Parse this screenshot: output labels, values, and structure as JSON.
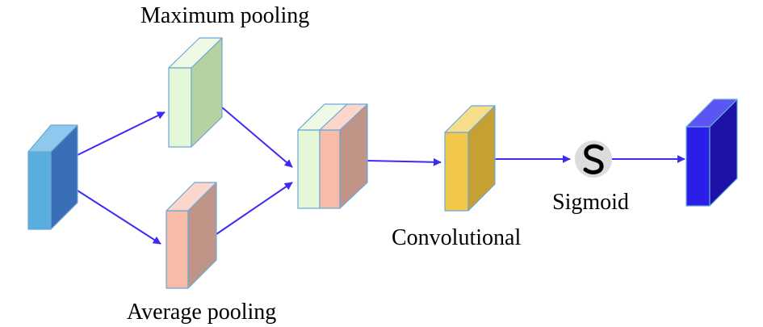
{
  "labels": {
    "max_pooling": "Maximum pooling",
    "avg_pooling": "Average pooling",
    "convolutional": "Convolutional",
    "sigmoid": "Sigmoid"
  },
  "colors": {
    "input_front": "#5aaede",
    "input_side": "#3a6fb8",
    "input_top": "#8ec8ec",
    "max_front": "#e4f7d6",
    "max_side": "#b6d2a2",
    "max_top": "#eefae6",
    "avg_front": "#f8bba8",
    "avg_side": "#c09588",
    "avg_top": "#fbd6ca",
    "conv_front": "#f1c84a",
    "conv_side": "#c6a032",
    "conv_top": "#f7de8a",
    "output_front": "#2a1ee8",
    "output_side": "#1d12a8",
    "output_top": "#5d55f3",
    "arrow": "#3d2bf5",
    "sigmoid_circle": "#dcdcdc",
    "sigmoid_symbol": "#000000"
  },
  "icons": {
    "sigmoid": "s-curve-icon"
  }
}
